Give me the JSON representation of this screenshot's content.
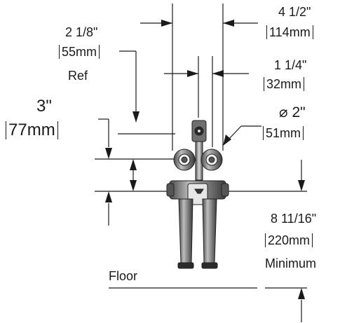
{
  "dimensions": {
    "width_label": "4 1/2\"",
    "width_mm": "114mm",
    "center_label": "2 1/8\"",
    "center_mm": "55mm",
    "center_note": "Ref",
    "spout_gap_label": "1 1/4\"",
    "spout_gap_mm": "32mm",
    "diameter_label": "⌀ 2\"",
    "diameter_mm": "51mm",
    "offset_label": "3\"",
    "offset_mm": "77mm",
    "height_label": "8 11/16\"",
    "height_mm": "220mm",
    "height_note": "Minimum",
    "floor_label": "Floor"
  }
}
